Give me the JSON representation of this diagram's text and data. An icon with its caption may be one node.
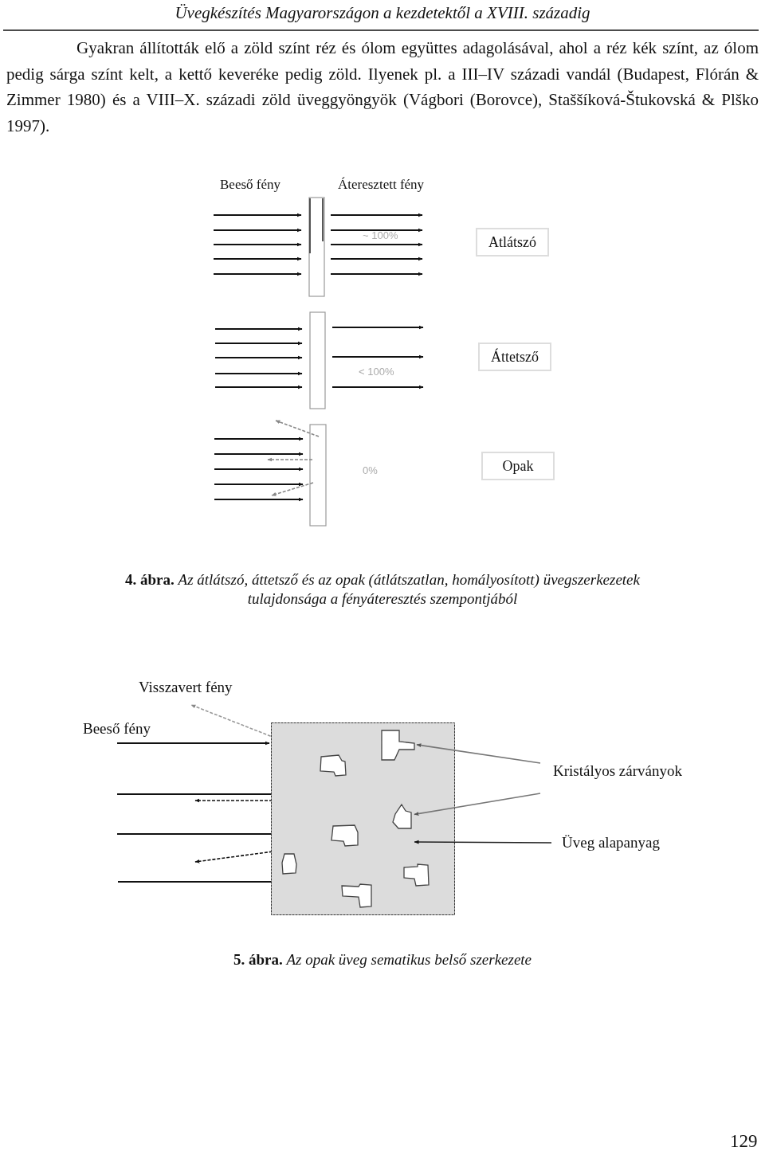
{
  "diagram": {
    "title": "Üvegkészítés Magyarországon a kezdetektől a XVIII. századig",
    "nodes": [
      {
        "text": [
          "Atlátszó"
        ]
      },
      {
        "text": [
          "Áttetsző"
        ]
      },
      {
        "text": [
          "Opak"
        ]
      },
      {
        "text": [],
        "shape": "box"
      },
      {
        "text": [],
        "shape": "box",
        "in": 3
      },
      {
        "text": [],
        "shape": "box",
        "in": 3
      },
      {
        "text": [],
        "shape": "box",
        "in": 3
      },
      {
        "text": [],
        "shape": "box",
        "in": 3
      },
      {
        "text": [],
        "shape": "box",
        "in": 3
      },
      {
        "text": [],
        "shape": "box",
        "in": 3
      },
      {
        "text": [],
        "shape": "box",
        "in": 3
      },
      {
        "text": [
          "Kristályos zárványok"
        ]
      },
      {
        "text": [
          "Üveg alapanyag"
        ]
      }
    ],
    "edges": [
      {
        "from": 11,
        "to": 4,
        "arrow": "to"
      },
      {
        "from": 11,
        "to": 6,
        "arrow": "to"
      },
      {
        "from": 12,
        "to": 3,
        "arrow": "to"
      }
    ],
    "labels": [
      "Gyakran állították elő a zöld színt réz és ólom együttes adagolásával, ahol a réz kék színt, az ólom pedig sárga színt kelt, a kettő keveréke pedig zöld. Ilyenek pl. a III–IV századi vandál (Budapest, Flórán & Zimmer 1980) és a VIII–X. századi zöld üveggyöngyök (Vágbori (Borovce), Staššíková-Štukovská & Plško 1997).",
      "Beeső fény",
      "Áteresztett fény",
      "~ 100%",
      "< 100%",
      "0%",
      "**4. ábra.** *Az átlátszó, áttetsző és az opak (átlátszatlan, homályosított) üvegszerkezetek tulajdonsága a fényáteresztés szempontjából*",
      "Visszavert fény",
      "Beeső fény",
      "**5. ábra.** *Az opak üveg sematikus belső szerkezete*",
      "129"
    ]
  }
}
